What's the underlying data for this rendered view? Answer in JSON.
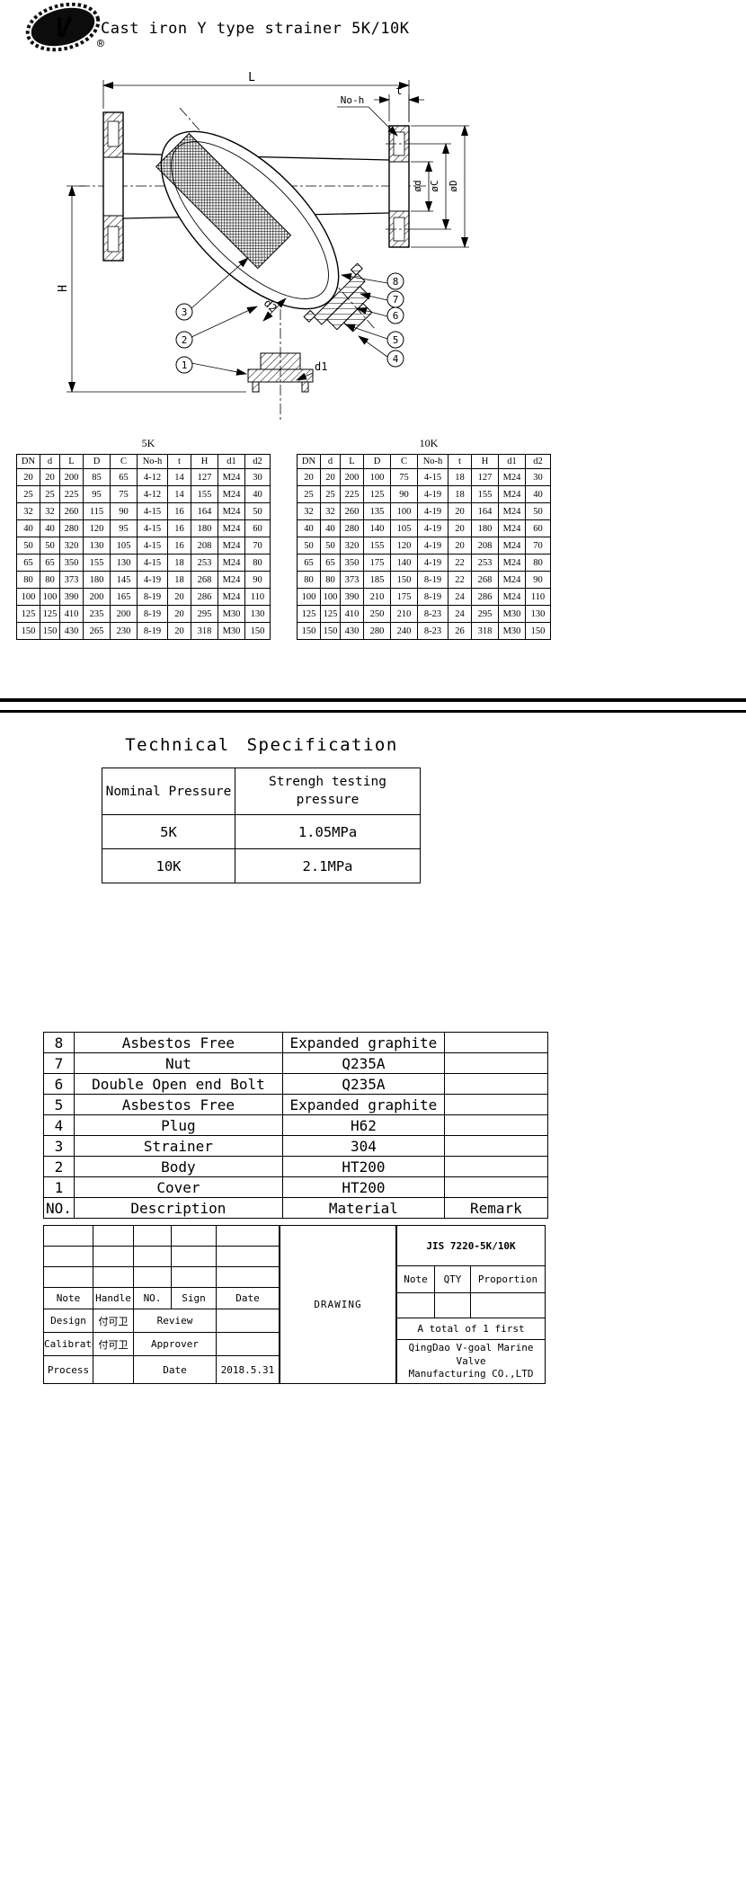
{
  "header": {
    "title": "Cast iron Y type strainer 5K/10K",
    "registered_mark": "®"
  },
  "drawing": {
    "dims": {
      "L": "L",
      "H": "H",
      "t": "t",
      "no_h": "No-h",
      "d_bore": "ød",
      "bolt_circle": "øC",
      "flange_od": "øD",
      "d1": "d1",
      "d2": "d2"
    },
    "callouts": [
      "1",
      "2",
      "3",
      "4",
      "5",
      "6",
      "7",
      "8"
    ]
  },
  "dim_tables": {
    "columns": [
      "DN",
      "d",
      "L",
      "D",
      "C",
      "No-h",
      "t",
      "H",
      "d1",
      "d2"
    ],
    "table_5k": {
      "caption": "5K",
      "rows": [
        [
          "20",
          "20",
          "200",
          "85",
          "65",
          "4-12",
          "14",
          "127",
          "M24",
          "30"
        ],
        [
          "25",
          "25",
          "225",
          "95",
          "75",
          "4-12",
          "14",
          "155",
          "M24",
          "40"
        ],
        [
          "32",
          "32",
          "260",
          "115",
          "90",
          "4-15",
          "16",
          "164",
          "M24",
          "50"
        ],
        [
          "40",
          "40",
          "280",
          "120",
          "95",
          "4-15",
          "16",
          "180",
          "M24",
          "60"
        ],
        [
          "50",
          "50",
          "320",
          "130",
          "105",
          "4-15",
          "16",
          "208",
          "M24",
          "70"
        ],
        [
          "65",
          "65",
          "350",
          "155",
          "130",
          "4-15",
          "18",
          "253",
          "M24",
          "80"
        ],
        [
          "80",
          "80",
          "373",
          "180",
          "145",
          "4-19",
          "18",
          "268",
          "M24",
          "90"
        ],
        [
          "100",
          "100",
          "390",
          "200",
          "165",
          "8-19",
          "20",
          "286",
          "M24",
          "110"
        ],
        [
          "125",
          "125",
          "410",
          "235",
          "200",
          "8-19",
          "20",
          "295",
          "M30",
          "130"
        ],
        [
          "150",
          "150",
          "430",
          "265",
          "230",
          "8-19",
          "20",
          "318",
          "M30",
          "150"
        ]
      ]
    },
    "table_10k": {
      "caption": "10K",
      "rows": [
        [
          "20",
          "20",
          "200",
          "100",
          "75",
          "4-15",
          "18",
          "127",
          "M24",
          "30"
        ],
        [
          "25",
          "25",
          "225",
          "125",
          "90",
          "4-19",
          "18",
          "155",
          "M24",
          "40"
        ],
        [
          "32",
          "32",
          "260",
          "135",
          "100",
          "4-19",
          "20",
          "164",
          "M24",
          "50"
        ],
        [
          "40",
          "40",
          "280",
          "140",
          "105",
          "4-19",
          "20",
          "180",
          "M24",
          "60"
        ],
        [
          "50",
          "50",
          "320",
          "155",
          "120",
          "4-19",
          "20",
          "208",
          "M24",
          "70"
        ],
        [
          "65",
          "65",
          "350",
          "175",
          "140",
          "4-19",
          "22",
          "253",
          "M24",
          "80"
        ],
        [
          "80",
          "80",
          "373",
          "185",
          "150",
          "8-19",
          "22",
          "268",
          "M24",
          "90"
        ],
        [
          "100",
          "100",
          "390",
          "210",
          "175",
          "8-19",
          "24",
          "286",
          "M24",
          "110"
        ],
        [
          "125",
          "125",
          "410",
          "250",
          "210",
          "8-23",
          "24",
          "295",
          "M30",
          "130"
        ],
        [
          "150",
          "150",
          "430",
          "280",
          "240",
          "8-23",
          "26",
          "318",
          "M30",
          "150"
        ]
      ]
    }
  },
  "spec": {
    "title": "Technical Specification",
    "col_pressure": "Nominal Pressure",
    "col_strength": "Strengh testing pressure",
    "rows": [
      [
        "5K",
        "1.05MPa"
      ],
      [
        "10K",
        "2.1MPa"
      ]
    ]
  },
  "parts": {
    "header": [
      "NO.",
      "Description",
      "Material",
      "Remark"
    ],
    "rows": [
      [
        "8",
        "Asbestos Free",
        "Expanded graphite",
        ""
      ],
      [
        "7",
        "Nut",
        "Q235A",
        ""
      ],
      [
        "6",
        "Double Open end Bolt",
        "Q235A",
        ""
      ],
      [
        "5",
        "Asbestos Free",
        "Expanded graphite",
        ""
      ],
      [
        "4",
        "Plug",
        "H62",
        ""
      ],
      [
        "3",
        "Strainer",
        "304",
        ""
      ],
      [
        "2",
        "Body",
        "HT200",
        ""
      ],
      [
        "1",
        "Cover",
        "HT200",
        ""
      ]
    ]
  },
  "title_block": {
    "drawing_label": "DRAWING",
    "standard": "JIS 7220-5K/10K",
    "note_label": "Note",
    "qty_label": "QTY",
    "proportion_label": "Proportion",
    "handle_label": "Handle",
    "no_label": "NO.",
    "sign_label": "Sign",
    "date_label": "Date",
    "design_label": "Design",
    "review_label": "Review",
    "calibrator_label": "Calibrator",
    "approver_label": "Approver",
    "process_label": "Process",
    "date_row_label": "Date",
    "date_value": "2018.5.31",
    "design_sign": "付可卫",
    "calibrator_sign": "付可卫",
    "total_note": "A total of 1 first",
    "company_line1": "QingDao V-goal Marine Valve",
    "company_line2": "Manufacturing CO.,LTD"
  }
}
